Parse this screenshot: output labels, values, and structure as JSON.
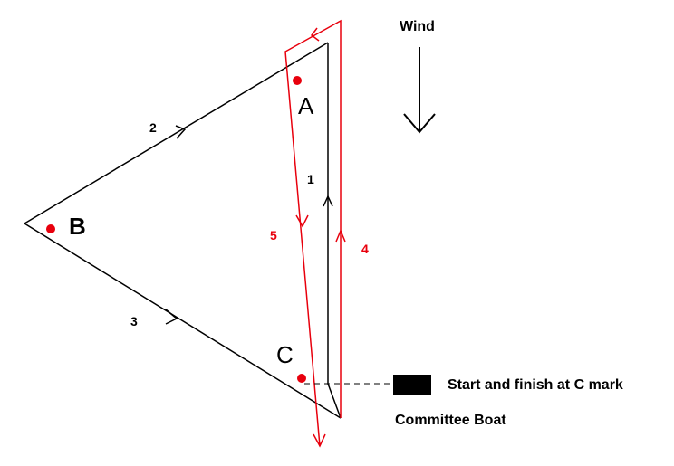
{
  "wind": {
    "label": "Wind"
  },
  "marks": [
    {
      "id": "A",
      "label": "A"
    },
    {
      "id": "B",
      "label": "B"
    },
    {
      "id": "C",
      "label": "C"
    }
  ],
  "legs": [
    {
      "id": "1",
      "label": "1",
      "color": "#000000"
    },
    {
      "id": "2",
      "label": "2",
      "color": "#000000"
    },
    {
      "id": "3",
      "label": "3",
      "color": "#000000"
    },
    {
      "id": "4",
      "label": "4",
      "color": "#e8000d"
    },
    {
      "id": "5",
      "label": "5",
      "color": "#e8000d"
    }
  ],
  "start_finish": {
    "label": "Start and finish at C mark"
  },
  "committee_boat": {
    "label": "Committee Boat"
  },
  "colors": {
    "course_inner": "#000000",
    "course_outer": "#e8000d",
    "mark": "#e8000d"
  }
}
